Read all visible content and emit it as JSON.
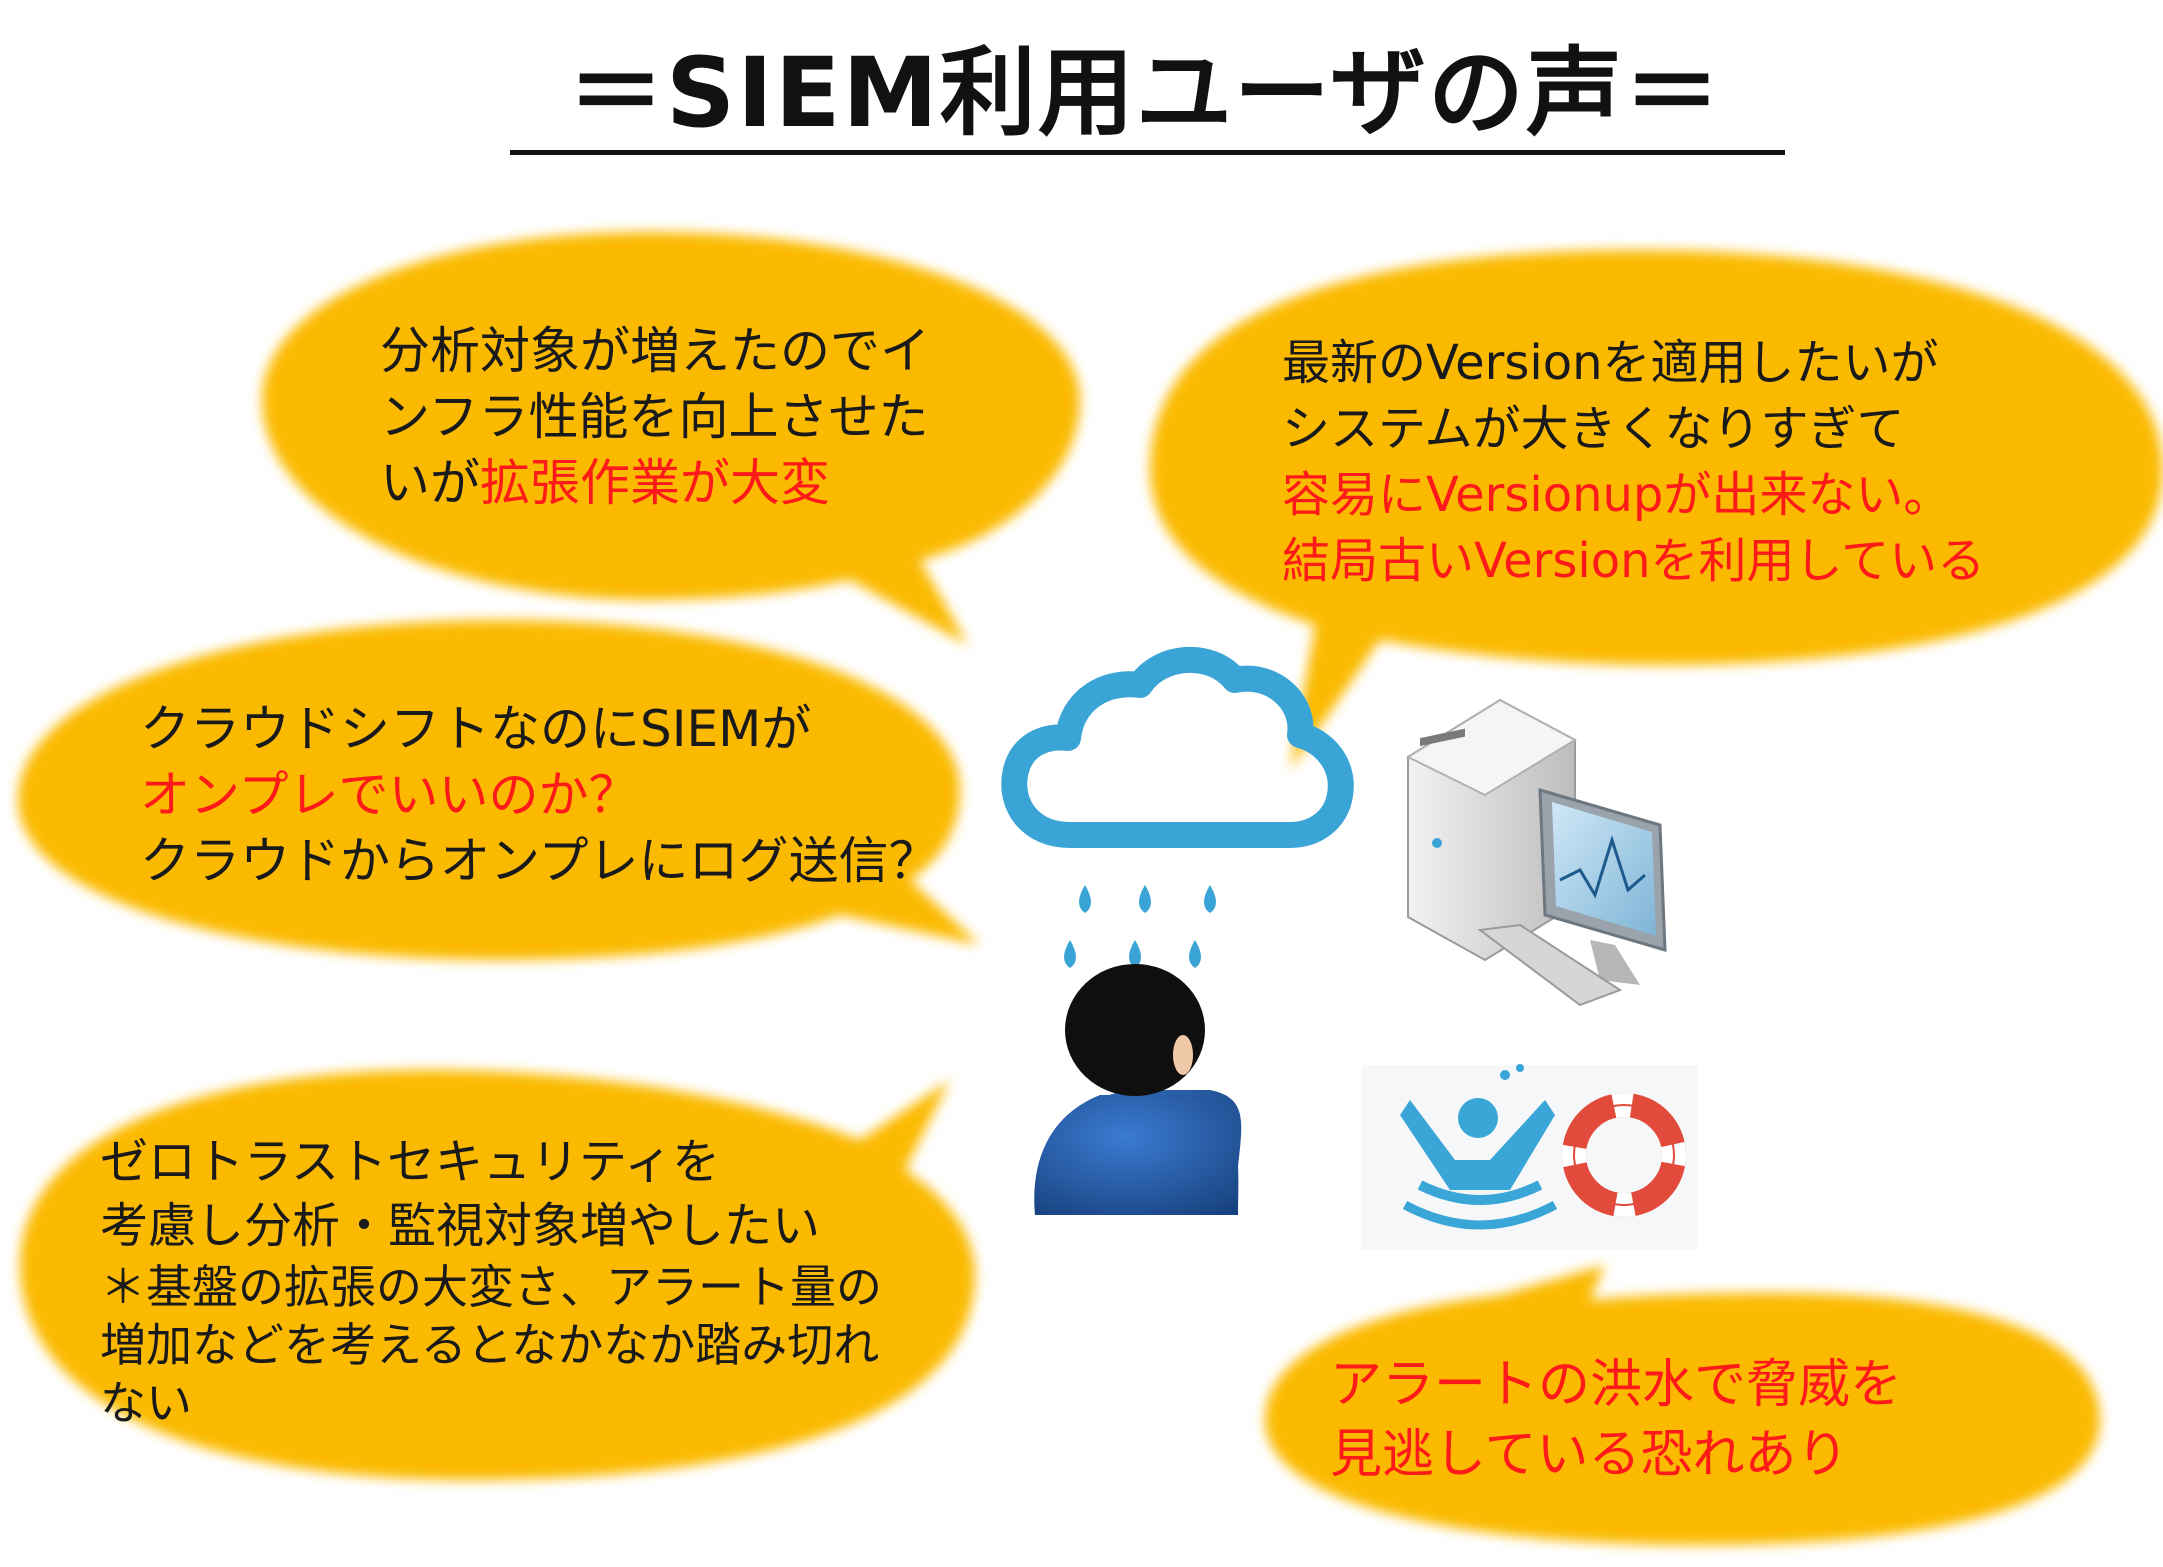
{
  "title": "＝SIEM利用ユーザの声＝",
  "colors": {
    "bubble": "#FBBA00",
    "emphasis": "#FF1A1A",
    "text": "#1A1A1A",
    "cloud_stroke": "#3BA4D6",
    "shirt": "#2459A9"
  },
  "bubbles": [
    {
      "lines": [
        [
          {
            "text": "分析対象が増えたのでイ",
            "red": false
          }
        ],
        [
          {
            "text": "ンフラ性能を向上させた",
            "red": false
          }
        ],
        [
          {
            "text": "いが",
            "red": false
          },
          {
            "text": "拡張作業が大変",
            "red": true
          }
        ]
      ]
    },
    {
      "lines": [
        [
          {
            "text": "最新のVersionを適用したいが",
            "red": false
          }
        ],
        [
          {
            "text": "システムが大きくなりすぎて",
            "red": false
          }
        ],
        [
          {
            "text": "容易にVersionupが出来ない。",
            "red": true
          }
        ],
        [
          {
            "text": "結局古いVersionを利用している",
            "red": true
          }
        ]
      ]
    },
    {
      "lines": [
        [
          {
            "text": "クラウドシフトなのにSIEMが",
            "red": false
          }
        ],
        [
          {
            "text": "オンプレでいいのか？",
            "red": true
          }
        ],
        [
          {
            "text": "クラウドからオンプレにログ送信？",
            "red": false
          }
        ]
      ]
    },
    {
      "lines": [
        [
          {
            "text": "ゼロトラストセキュリティを",
            "red": false
          }
        ],
        [
          {
            "text": "考慮し分析・監視対象増やしたい",
            "red": false
          }
        ],
        [
          {
            "text": "＊基盤の拡張の大変さ、アラート量の",
            "red": false
          }
        ],
        [
          {
            "text": "増加などを考えるとなかなか踏み切れ",
            "red": false
          }
        ],
        [
          {
            "text": "ない",
            "red": false
          }
        ]
      ]
    },
    {
      "lines": [
        [
          {
            "text": "アラートの洪水で脅威を",
            "red": true
          }
        ],
        [
          {
            "text": "見逃している恐れあり",
            "red": true
          }
        ]
      ]
    }
  ],
  "icons": [
    "rain-cloud-icon",
    "worried-user-icon",
    "desktop-computer-icon",
    "drowning-person-icon",
    "life-ring-icon"
  ]
}
